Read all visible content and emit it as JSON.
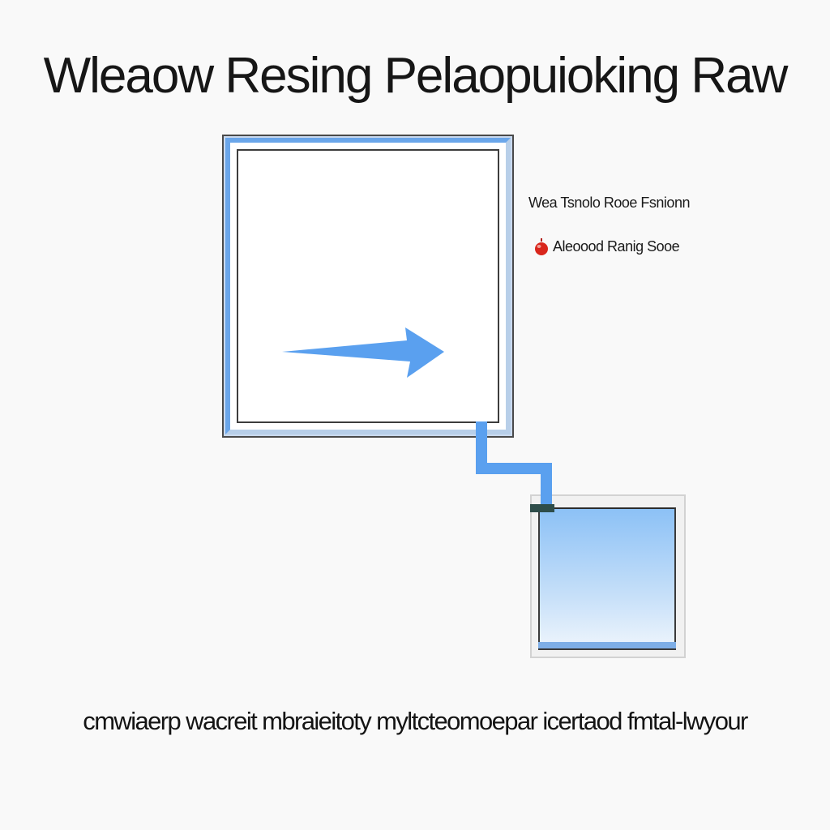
{
  "diagram": {
    "title": "Wleaow Resing Pelaopuioking Raw",
    "labels": {
      "first": "Wea Tsnolo Rooe Fsnionn",
      "second": "Aleoood Ranig Sooe"
    },
    "caption": "cmwiaerp wacreit mbraieitoty myltcteomoepar icertaod fmtal-lwyour",
    "colors": {
      "accent_blue": "#5aa0ef",
      "window_border": "#4a4a4a",
      "marker_red": "#d9261c"
    },
    "icons": {
      "arrow": "right-arrow-icon",
      "connector": "elbow-connector",
      "marker": "red-dot-icon"
    }
  }
}
